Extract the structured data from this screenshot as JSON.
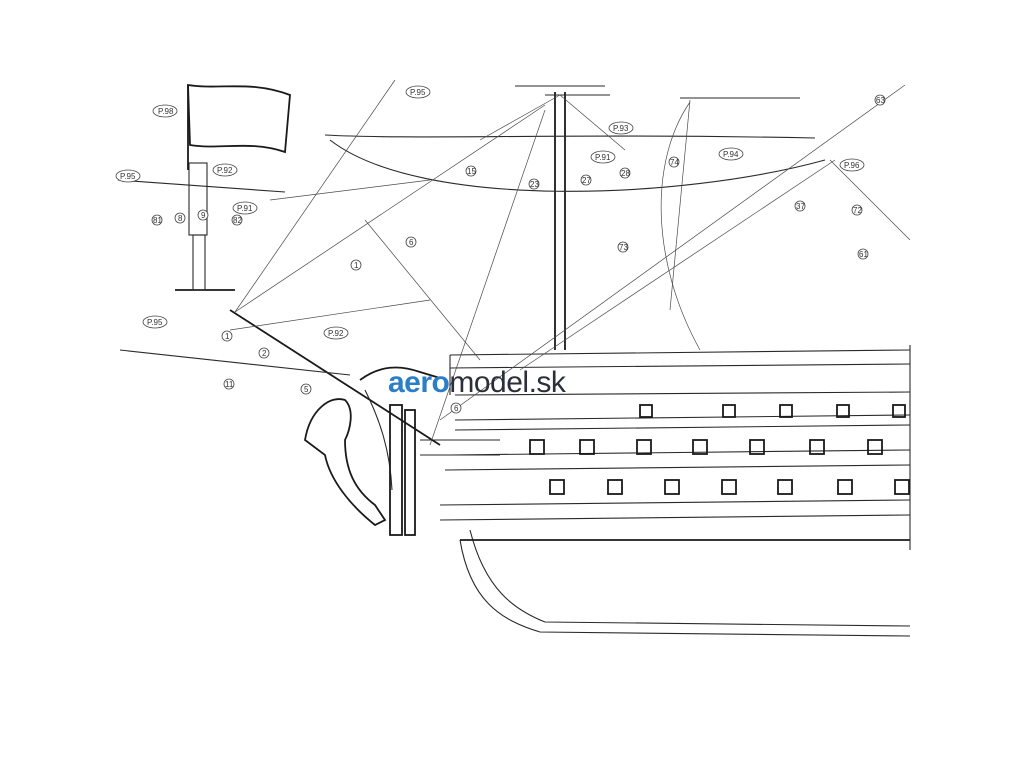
{
  "watermark": {
    "brand_a": "aero",
    "brand_b": "model.sk"
  },
  "callouts": [
    {
      "text": "P.98"
    },
    {
      "text": "P.95"
    },
    {
      "text": "P.92"
    },
    {
      "text": "P.91"
    },
    {
      "text": "81"
    },
    {
      "text": "8"
    },
    {
      "text": "9"
    },
    {
      "text": "82"
    },
    {
      "text": "P.95"
    },
    {
      "text": "1"
    },
    {
      "text": "2"
    },
    {
      "text": "11"
    },
    {
      "text": "5"
    },
    {
      "text": "P.92"
    },
    {
      "text": "6"
    },
    {
      "text": "1"
    },
    {
      "text": "6"
    },
    {
      "text": "P.95"
    },
    {
      "text": "15"
    },
    {
      "text": "23"
    },
    {
      "text": "27"
    },
    {
      "text": "P.91"
    },
    {
      "text": "28"
    },
    {
      "text": "P.93"
    },
    {
      "text": "74"
    },
    {
      "text": "P.94"
    },
    {
      "text": "73"
    },
    {
      "text": "37"
    },
    {
      "text": "P.96"
    },
    {
      "text": "72"
    },
    {
      "text": "61"
    },
    {
      "text": "63"
    }
  ]
}
